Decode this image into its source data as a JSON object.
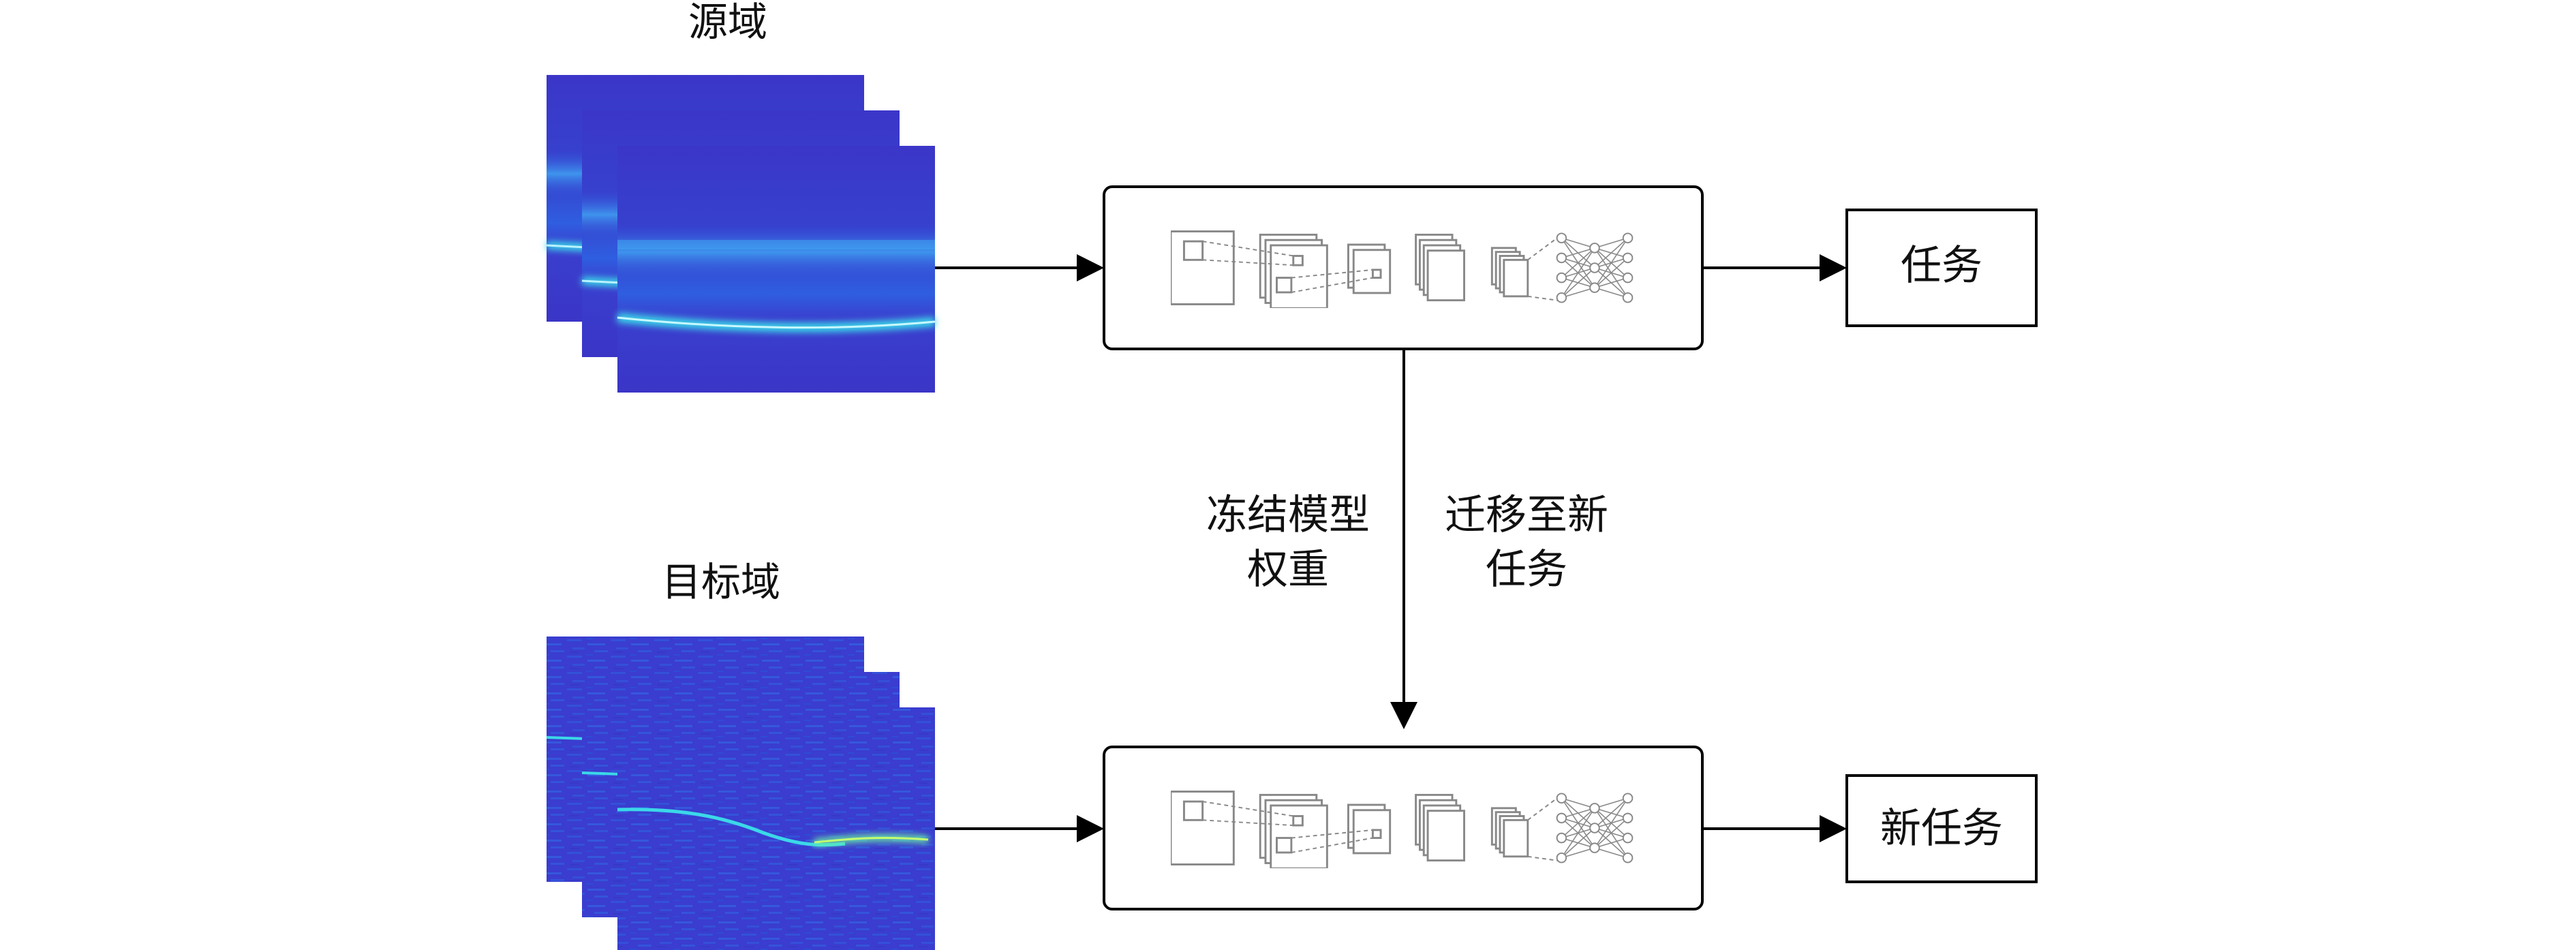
{
  "labels": {
    "source_domain": "源域",
    "target_domain": "目标域",
    "task": "任务",
    "new_task": "新任务",
    "freeze_weights_line1": "冻结模型",
    "freeze_weights_line2": "权重",
    "transfer_line1": "迁移至新",
    "transfer_line2": "任务"
  },
  "colors": {
    "spectrogram_background": "#3a3ad0",
    "spectrogram_highlight": "#39d8e8",
    "stroke": "#000000",
    "network_icon": "#888888"
  },
  "icons": {
    "model": "cnn-network-icon"
  }
}
